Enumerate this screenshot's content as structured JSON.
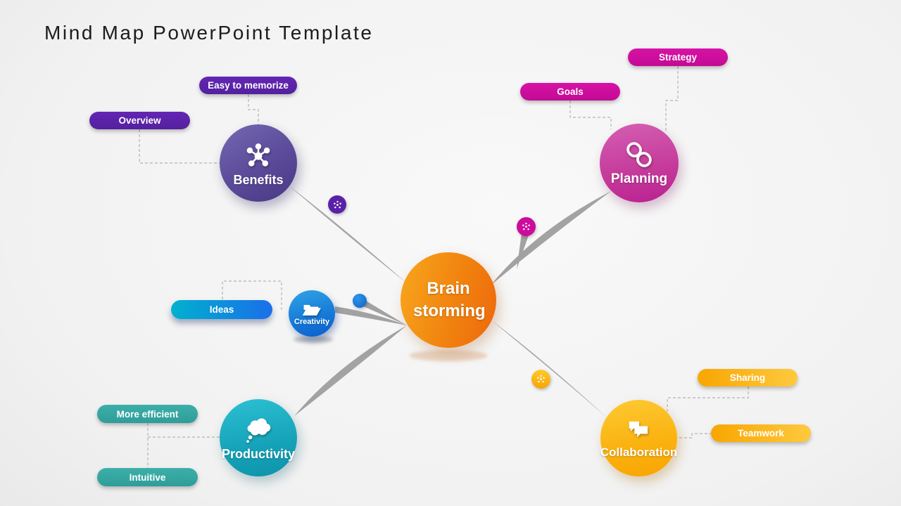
{
  "title": "Mind Map PowerPoint Template",
  "center": {
    "label": "Brain storming",
    "color": "#f1830f"
  },
  "nodes": [
    {
      "id": "benefits",
      "label": "Benefits",
      "icon": "hub-network-icon",
      "color": "#5a4a99"
    },
    {
      "id": "planning",
      "label": "Planning",
      "icon": "chain-link-icon",
      "color": "#c53a9a"
    },
    {
      "id": "creativity",
      "label": "Creativity",
      "icon": "open-folder-icon",
      "color": "#1478d8"
    },
    {
      "id": "productivity",
      "label": "Productivity",
      "icon": "thought-cloud-icon",
      "color": "#15a2b8"
    },
    {
      "id": "collaboration",
      "label": "Collaboration",
      "icon": "chat-bubbles-icon",
      "color": "#fab10e"
    }
  ],
  "tags": [
    {
      "id": "easy-to-memorize",
      "label": "Easy to memorize",
      "node": "benefits",
      "color": "#5a21a8"
    },
    {
      "id": "overview",
      "label": "Overview",
      "node": "benefits",
      "color": "#5a21a8"
    },
    {
      "id": "strategy",
      "label": "Strategy",
      "node": "planning",
      "color": "#cc0c9c"
    },
    {
      "id": "goals",
      "label": "Goals",
      "node": "planning",
      "color": "#cc0c9c"
    },
    {
      "id": "ideas",
      "label": "Ideas",
      "node": "creativity",
      "color": "#0d8ddb"
    },
    {
      "id": "more-efficient",
      "label": "More efficient",
      "node": "productivity",
      "color": "#38a7a2"
    },
    {
      "id": "intuitive",
      "label": "Intuitive",
      "node": "productivity",
      "color": "#38a7a2"
    },
    {
      "id": "sharing",
      "label": "Sharing",
      "node": "collaboration",
      "color": "#fbab00"
    },
    {
      "id": "teamwork",
      "label": "Teamwork",
      "node": "collaboration",
      "color": "#fbab00"
    }
  ],
  "connector_color": "#9b9b9b"
}
